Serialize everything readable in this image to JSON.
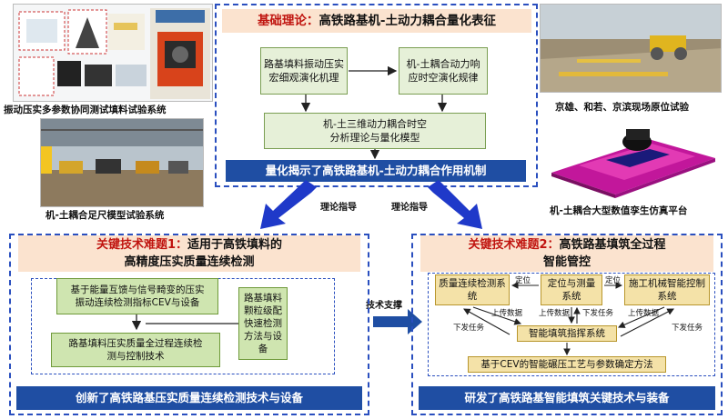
{
  "captions": {
    "vib_test": "振动压实多参数协同测试填料试验系统",
    "model_test": "机-土耦合足尺模型试验系统",
    "field_test": "京雄、和若、京滨现场原位试验",
    "sim_platform": "机-土耦合大型数值孪生仿真平台"
  },
  "theory": {
    "title_prefix": "基础理论：",
    "title_main": "高铁路基机-土动力耦合量化表征",
    "box_a": "路基填料振动压实宏细观演化机理",
    "box_b": "机-土耦合动力响应时空演化规律",
    "box_c": "机-土三维动力耦合时空分析理论与量化模型",
    "banner": "量化揭示了高铁路基机-土动力耦合作用机制"
  },
  "guide": {
    "left": "理论指导",
    "right": "理论指导",
    "support": "技术支撑"
  },
  "issue1": {
    "title_prefix": "关键技术难题1：",
    "title_line1": "适用于高铁填料的",
    "title_line2": "高精度压实质量连续检测",
    "box_a": "基于能量互馈与信号畸变的压实振动连续检测指标CEV与设备",
    "box_b": "路基填料颗粒级配快速检测方法与设备",
    "box_c": "路基填料压实质量全过程连续检测与控制技术",
    "banner": "创新了高铁路基压实质量连续检测技术与设备"
  },
  "issue2": {
    "title_prefix": "关键技术难题2：",
    "title_line1": "高铁路基填筑全过程",
    "title_line2": "智能管控",
    "box_quality": "质量连续检测系统",
    "box_position": "定位与测量系统",
    "box_machine": "施工机械智能控制系统",
    "box_command": "智能填筑指挥系统",
    "box_method": "基于CEV的智能碾压工艺与参数确定方法",
    "lbl_pos1": "定位",
    "lbl_pos2": "定位",
    "lbl_up1": "上传数据",
    "lbl_up2": "上传数据",
    "lbl_up3": "上传数据",
    "lbl_down1": "下发任务",
    "lbl_down2": "下发任务",
    "lbl_down3": "下发任务",
    "banner": "研发了高铁路基智能填筑关键技术与装备"
  }
}
